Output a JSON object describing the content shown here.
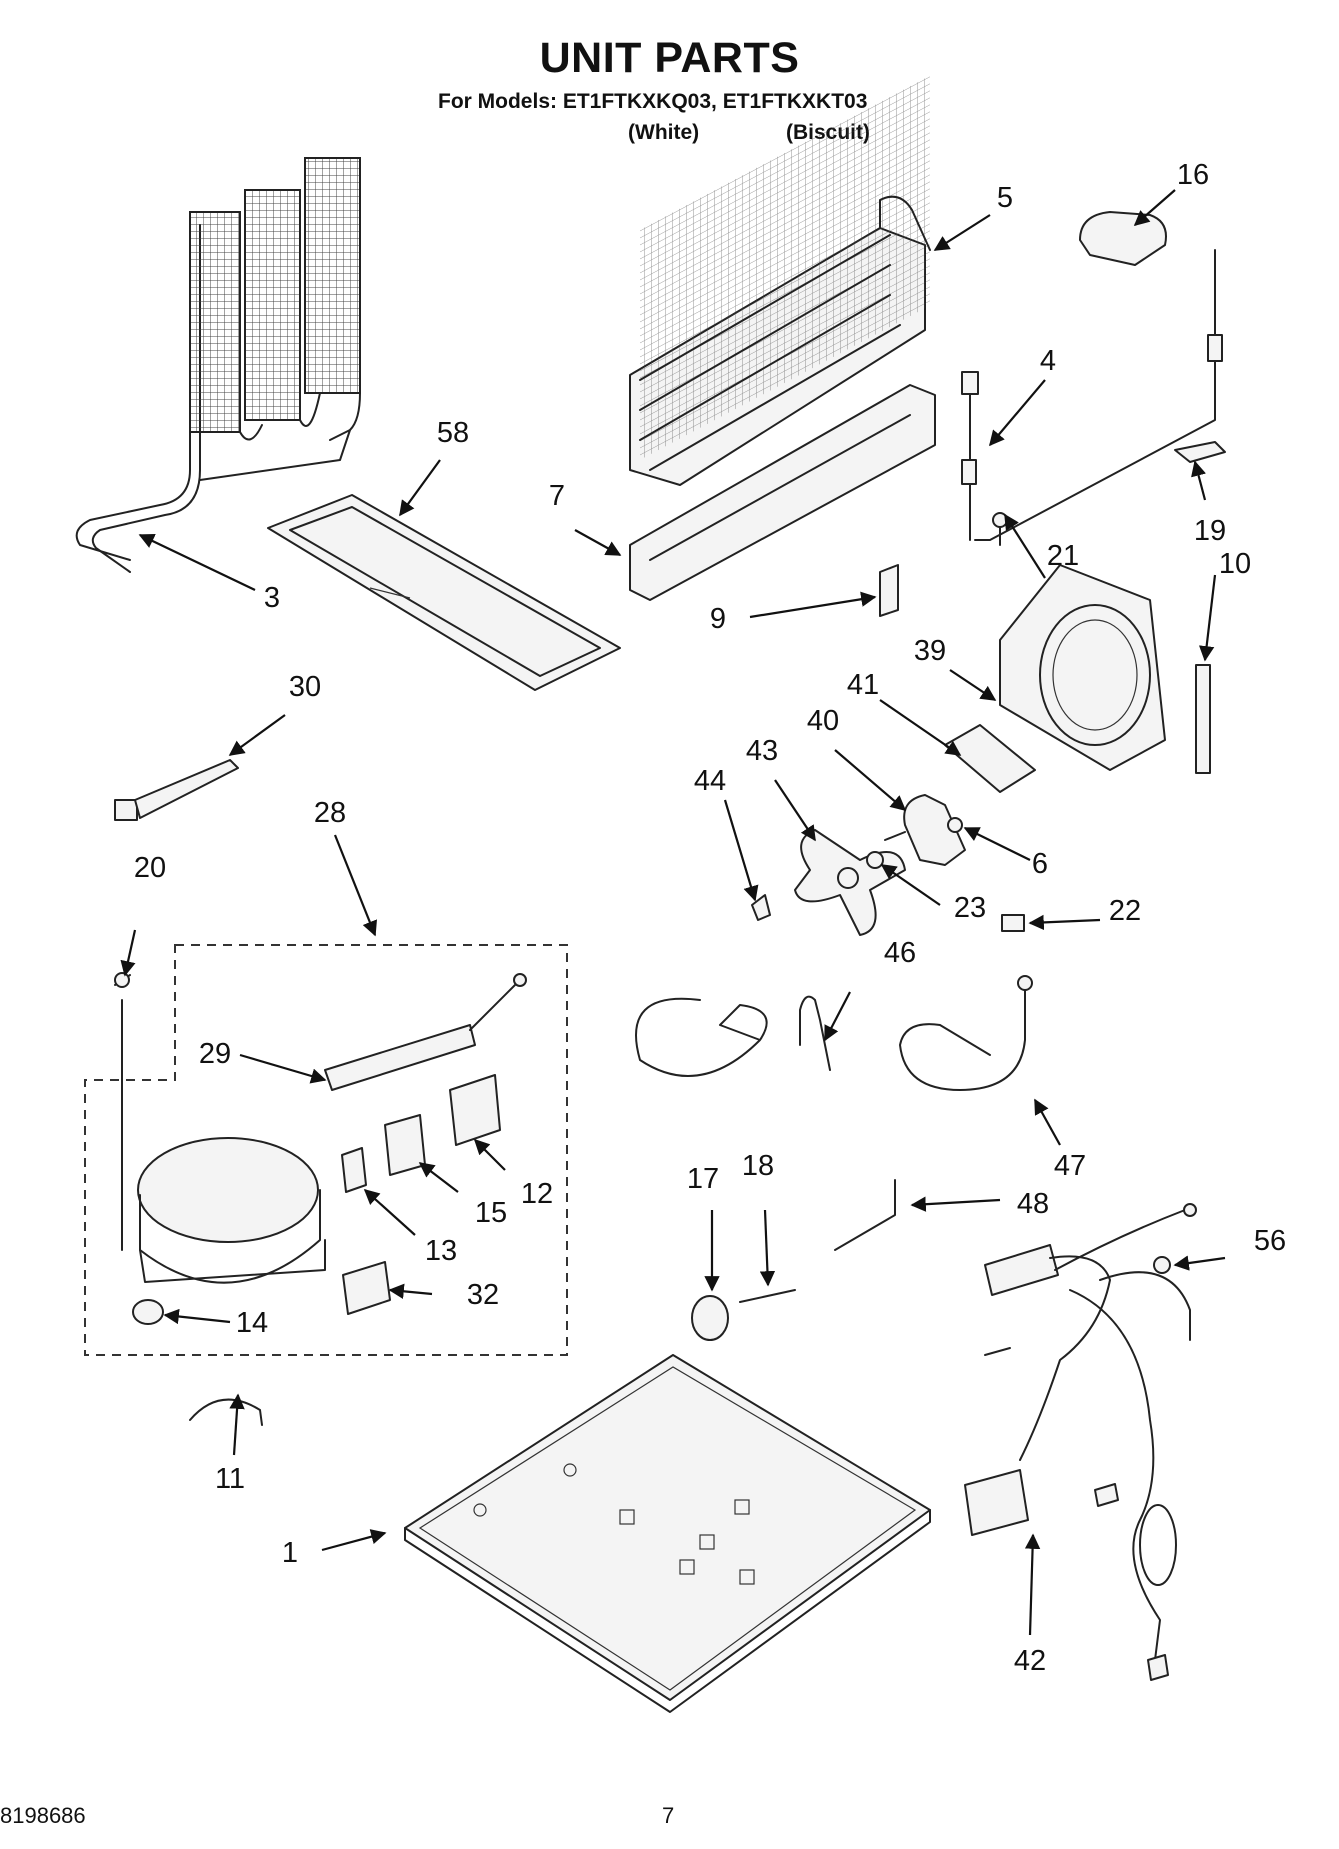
{
  "header": {
    "title": "UNIT PARTS",
    "models_line": "For Models: ET1FTKXKQ03, ET1FTKXKT03",
    "variant_1": "(White)",
    "variant_2": "(Biscuit)"
  },
  "footer": {
    "doc_number": "8198686",
    "page_number": "7"
  },
  "callouts": [
    "1",
    "3",
    "4",
    "5",
    "6",
    "7",
    "9",
    "10",
    "11",
    "12",
    "13",
    "14",
    "15",
    "16",
    "17",
    "18",
    "19",
    "20",
    "21",
    "22",
    "23",
    "28",
    "29",
    "30",
    "32",
    "39",
    "40",
    "41",
    "42",
    "43",
    "44",
    "46",
    "47",
    "48",
    "56",
    "58"
  ]
}
